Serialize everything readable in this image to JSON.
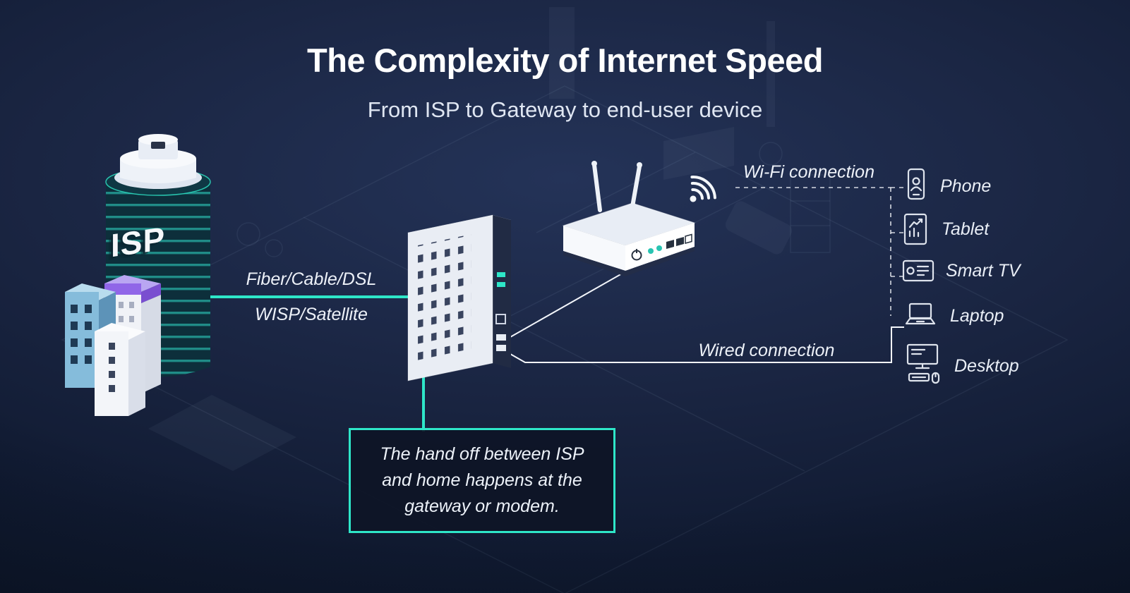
{
  "header": {
    "title": "The Complexity of Internet Speed",
    "subtitle": "From ISP to Gateway to end-user device"
  },
  "isp": {
    "label": "ISP"
  },
  "links": {
    "isp_to_gateway": {
      "label_top": "Fiber/Cable/DSL",
      "label_bottom": "WISP/Satellite"
    },
    "wifi": {
      "label": "Wi-Fi connection"
    },
    "wired": {
      "label": "Wired connection"
    }
  },
  "devices": [
    {
      "icon": "phone-icon",
      "label": "Phone"
    },
    {
      "icon": "tablet-icon",
      "label": "Tablet"
    },
    {
      "icon": "smart-tv-icon",
      "label": "Smart TV"
    },
    {
      "icon": "laptop-icon",
      "label": "Laptop"
    },
    {
      "icon": "desktop-icon",
      "label": "Desktop"
    }
  ],
  "callout": {
    "lines": [
      "The hand off between ISP",
      "and home happens at the",
      "gateway or modem."
    ]
  },
  "colors": {
    "accent": "#2EE6C8",
    "text": "#FFFFFF",
    "background": "#101A31"
  }
}
